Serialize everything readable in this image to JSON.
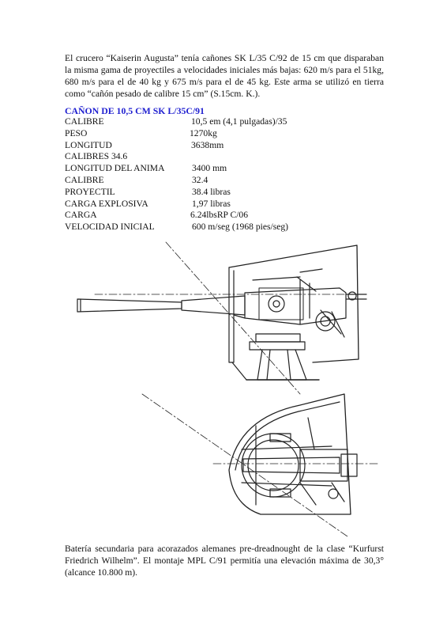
{
  "intro": "El crucero “Kaiserin Augusta” tenía cañones SK L/35 C/92 de 15 cm que disparaban la misma gama de proyectiles a velocidades iniciales más bajas: 620 m/s para el 51kg, 680 m/s para el de 40 kg y 675 m/s para el de 45 kg. Este arma se utilizó en tierra como “cañón pesado de calibre 15 cm” (S.15cm. K.).",
  "heading": "CAÑON DE 10,5 CM SK L/35C/91",
  "heading_color": "#1f1fd0",
  "specs": [
    {
      "label": "CALIBRE",
      "value": "10,5 em (4,1 pulgadas)/35"
    },
    {
      "label": "PESO",
      "value": "1270kg"
    },
    {
      "label": "LONGITUD",
      "value": "3638mm"
    },
    {
      "label": "CALIBRES 34.6",
      "value": ""
    },
    {
      "label": "LONGITUD DEL ANIMA",
      "value": "3400 mm"
    },
    {
      "label": "CALIBRE",
      "value": "32.4"
    },
    {
      "label": "PROYECTIL",
      "value": "38.4 libras"
    },
    {
      "label": "CARGA EXPLOSIVA",
      "value": "1,97 libras"
    },
    {
      "label": "CARGA",
      "value": "6.24lbsRP C/06"
    },
    {
      "label": "VELOCIDAD INICIAL",
      "value": "600 m/seg (1968 pies/seg)"
    }
  ],
  "caption": "Batería secundaria para acorazados alemanes pre-dreadnought de la clase “Kurfurst Friedrich Wilhelm”. El montaje MPL C/91 permitía una elevación máxima de 30,3° (alcance 10.800 m)."
}
